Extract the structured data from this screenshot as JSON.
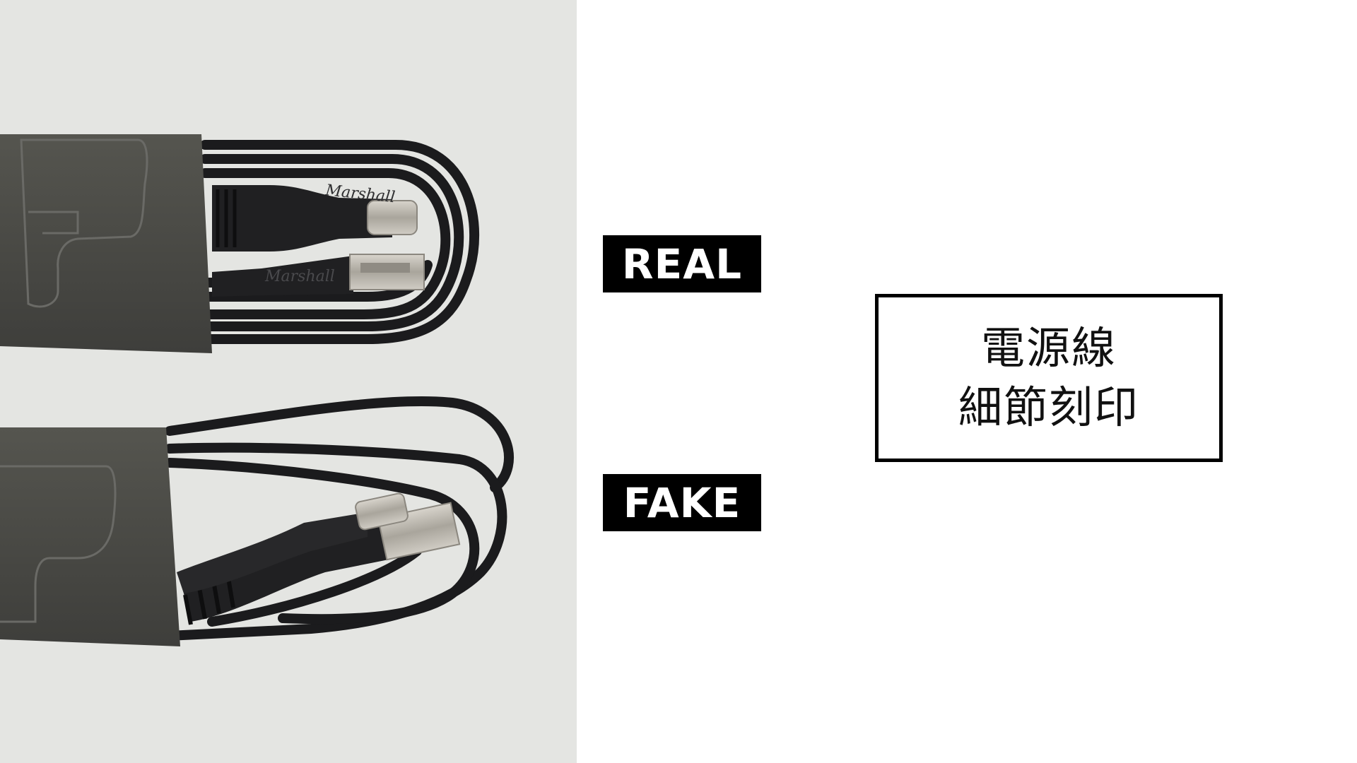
{
  "labels": {
    "real": "REAL",
    "fake": "FAKE"
  },
  "caption": {
    "line1": "電源線",
    "line2": "細節刻印"
  },
  "photo": {
    "engraving_real": "Marshall"
  },
  "colors": {
    "background": "#ffffff",
    "photo_background": "#e4e5e2",
    "label_background": "#000000",
    "label_text": "#ffffff",
    "sleeve": "#4a4a47",
    "cable": "#1b1b1d"
  }
}
